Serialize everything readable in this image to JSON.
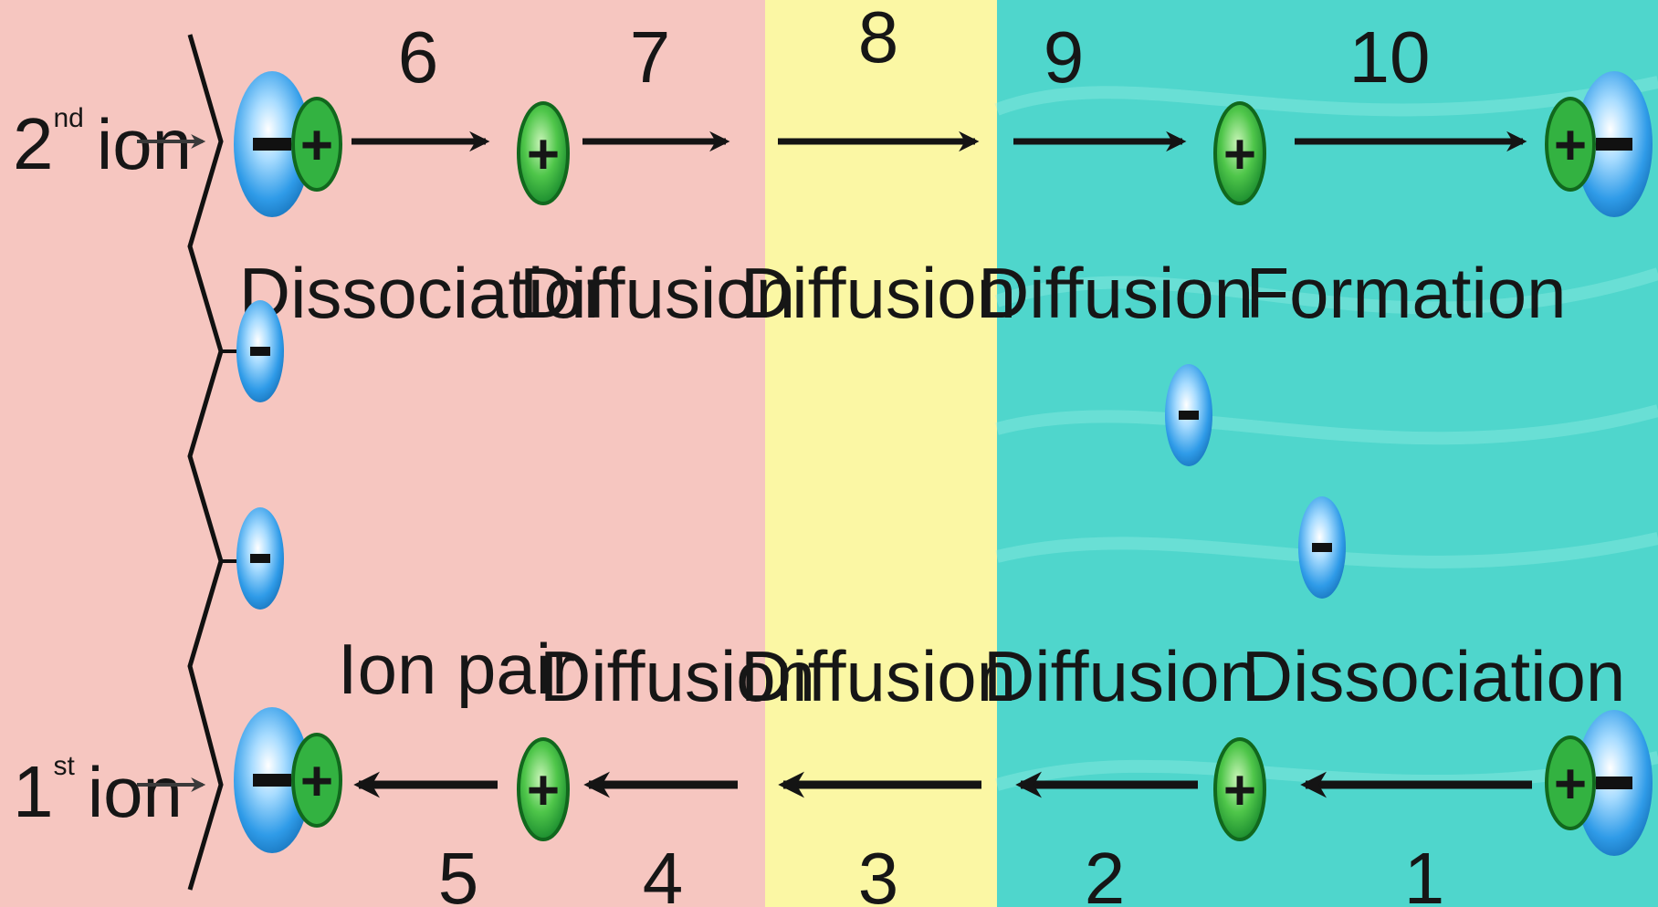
{
  "regions": {
    "left_color": "#f6c6c0",
    "middle_color": "#fbf7a4",
    "right_color": "#4fd6cc"
  },
  "top_path": {
    "entry_label": {
      "base": "2",
      "sup": "nd",
      "rest": "ion"
    },
    "steps": [
      {
        "number": "6",
        "label": "Dissociation"
      },
      {
        "number": "7",
        "label": "Diffusion"
      },
      {
        "number": "8",
        "label": "Diffusion"
      },
      {
        "number": "9",
        "label": "Diffusion"
      },
      {
        "number": "10",
        "label": "Formation"
      }
    ]
  },
  "bottom_path": {
    "entry_label": {
      "base": "1",
      "sup": "st",
      "rest": "ion"
    },
    "steps": [
      {
        "number": "5",
        "label": "Ion pair"
      },
      {
        "number": "4",
        "label": "Diffusion"
      },
      {
        "number": "3",
        "label": "Diffusion"
      },
      {
        "number": "2",
        "label": "Diffusion"
      },
      {
        "number": "1",
        "label": "Dissociation"
      }
    ]
  },
  "charges": {
    "positive": "+",
    "negative": "−"
  },
  "colors": {
    "cation": "#22a83c",
    "anion": "#3aa0e6",
    "arrow": "#141414"
  }
}
